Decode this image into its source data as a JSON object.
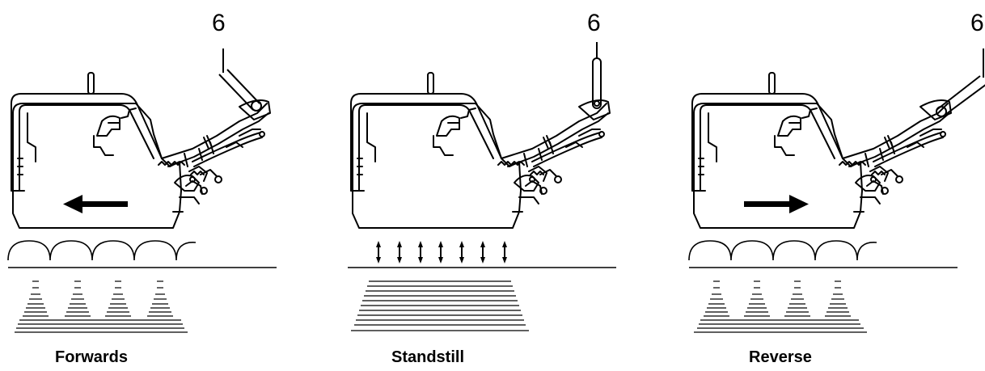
{
  "panels": [
    {
      "caption": "Forwards",
      "callout": "6",
      "direction": "left"
    },
    {
      "caption": "Standstill",
      "callout": "6",
      "direction": "none"
    },
    {
      "caption": "Reverse",
      "callout": "6",
      "direction": "right"
    }
  ],
  "colors": {
    "ink": "#000000",
    "background": "#ffffff"
  }
}
